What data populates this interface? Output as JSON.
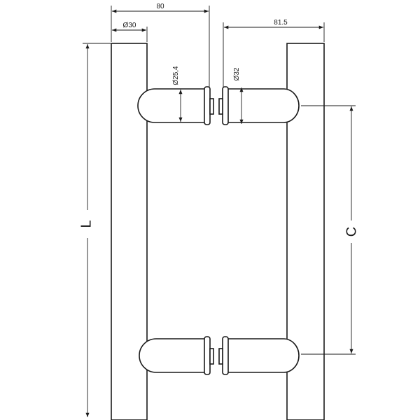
{
  "dimensions": {
    "bar_diameter": "Ø30",
    "overall_width": "80",
    "standoff_width": "81.5",
    "post_diameter": "Ø25,4",
    "collar_diameter": "Ø32",
    "length": "L",
    "centers": "C"
  },
  "colors": {
    "line": "#1a1a1a",
    "background": "#ffffff"
  }
}
